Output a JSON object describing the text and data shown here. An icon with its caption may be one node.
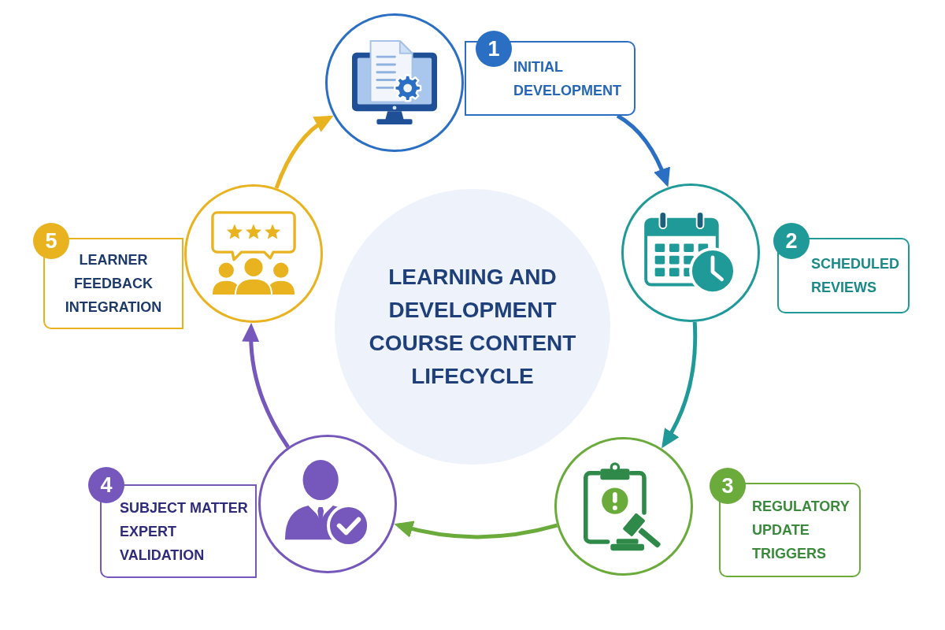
{
  "diagram": {
    "nodes": [
      {
        "text": [
          "LEARNING AND DEVELOPMENT COURSE CONTENT LIFECYCLE"
        ]
      },
      {
        "text": [],
        "shape": "circle"
      },
      {
        "text": [
          "1"
        ]
      },
      {
        "text": [
          "INITIAL DEVELOPMENT"
        ]
      },
      {
        "text": [],
        "shape": "circle"
      },
      {
        "text": [
          "2"
        ]
      },
      {
        "text": [
          "SCHEDULED REVIEWS"
        ]
      },
      {
        "text": [],
        "shape": "circle"
      },
      {
        "text": [
          "3"
        ]
      },
      {
        "text": [
          "REGULATORY UPDATE TRIGGERS"
        ]
      },
      {
        "text": [],
        "shape": "circle"
      },
      {
        "text": [
          "4"
        ]
      },
      {
        "text": [
          "SUBJECT MATTER EXPERT VALIDATION"
        ]
      },
      {
        "text": [],
        "shape": "circle"
      },
      {
        "text": [
          "5"
        ]
      },
      {
        "text": [
          "LEARNER FEEDBACK INTEGRATION"
        ]
      }
    ],
    "edges": [
      {
        "from": 3,
        "to": 4,
        "arrow": "to",
        "color": "#2a6fc4"
      },
      {
        "from": 4,
        "to": 7,
        "arrow": "to",
        "color": "#1f9a98"
      },
      {
        "from": 7,
        "to": 10,
        "arrow": "to",
        "color": "#6aab3c"
      },
      {
        "from": 10,
        "to": 13,
        "arrow": "to",
        "color": "#7657bb"
      },
      {
        "from": 13,
        "to": 1,
        "arrow": "to",
        "color": "#e9b320"
      }
    ]
  }
}
